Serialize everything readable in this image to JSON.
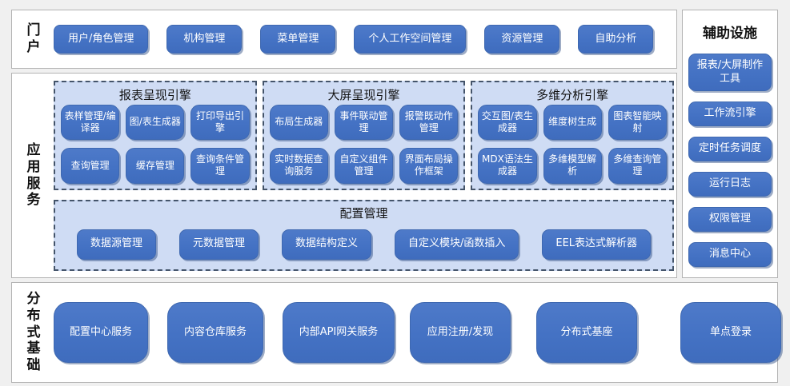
{
  "sections": {
    "portal": {
      "label": "门户",
      "items": [
        "用户/角色管理",
        "机构管理",
        "菜单管理",
        "个人工作空间管理",
        "资源管理",
        "自助分析"
      ]
    },
    "app_services": {
      "label": "应用服务",
      "engines": [
        {
          "title": "报表呈现引擎",
          "items": [
            "表样管理/编译器",
            "图/表生成器",
            "打印导出引擎",
            "查询管理",
            "缓存管理",
            "查询条件管理"
          ]
        },
        {
          "title": "大屏呈现引擎",
          "items": [
            "布局生成器",
            "事件联动管理",
            "报警既动作管理",
            "实时数据查询服务",
            "自定义组件管理",
            "界面布局操作框架"
          ]
        },
        {
          "title": "多维分析引擎",
          "items": [
            "交互图/表生成器",
            "维度树生成",
            "图表智能映射",
            "MDX语法生成器",
            "多维模型解析",
            "多维查询管理"
          ]
        }
      ],
      "config": {
        "title": "配置管理",
        "items": [
          "数据源管理",
          "元数据管理",
          "数据结构定义",
          "自定义模块/函数插入",
          "EEL表达式解析器"
        ]
      }
    },
    "auxiliary": {
      "label": "辅助设施",
      "items": [
        "报表/大屏制作工具",
        "工作流引擎",
        "定时任务调度",
        "运行日志",
        "权限管理",
        "消息中心"
      ]
    },
    "infrastructure": {
      "label": "分布式基础",
      "items": [
        "配置中心服务",
        "内容仓库服务",
        "内部API网关服务",
        "应用注册/发现",
        "分布式基座",
        "单点登录"
      ]
    }
  },
  "colors": {
    "page_bg": "#F0F0F0",
    "panel_bg": "#FFFFFF",
    "panel_border": "#B3B3B3",
    "node_blue": "#4472C4",
    "node_text": "#FFFFFF",
    "group_bg": "#CFDCF4",
    "group_dashed_border": "#44546A",
    "label_text": "#111111"
  }
}
